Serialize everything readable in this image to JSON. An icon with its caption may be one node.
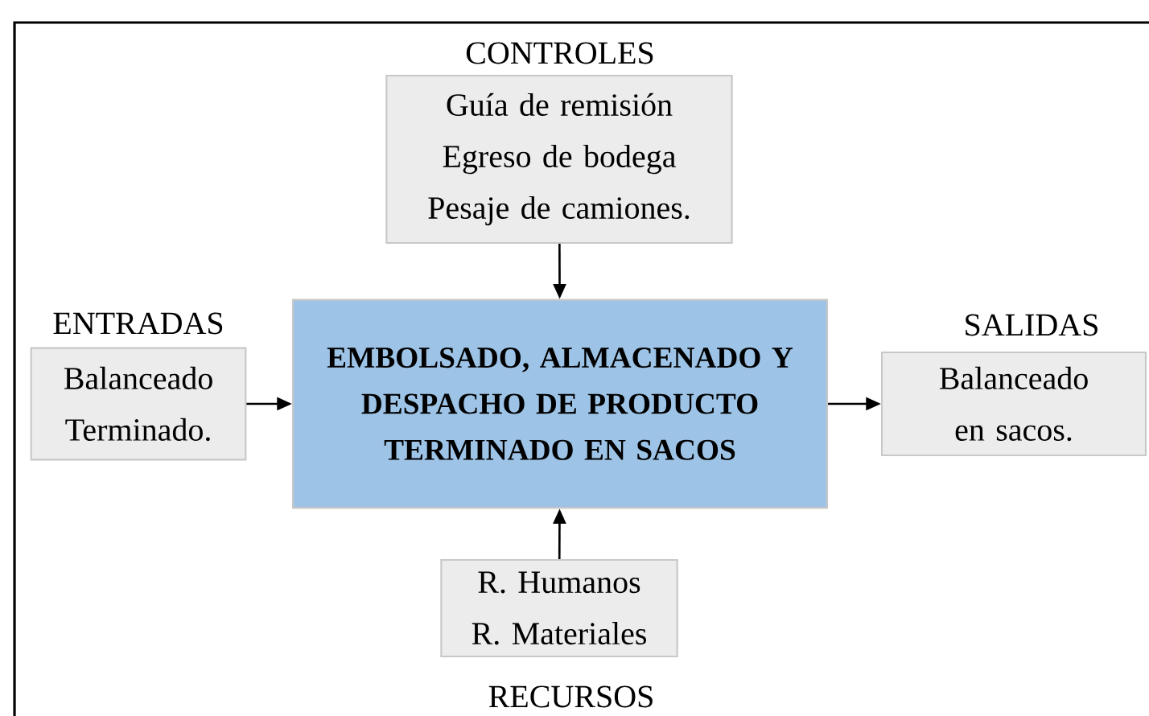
{
  "diagram": {
    "nodes": [
      {
        "text": [
          "CONTROLES",
          "Guía de remisión Egreso de bodega Pesaje de camiones."
        ]
      },
      {
        "text": [
          "ENTRADAS",
          "Balanceado Terminado."
        ]
      },
      {
        "text": [
          "EMBOLSADO, ALMACENADO Y DESPACHO DE PRODUCTO TERMINADO EN SACOS"
        ]
      },
      {
        "text": [
          "SALIDAS",
          "Balanceado en sacos."
        ]
      },
      {
        "text": [
          "R. Humanos R. Materiales",
          "RECURSOS"
        ]
      }
    ],
    "edges": [
      {
        "from": 0,
        "to": 2,
        "arrow": "to"
      },
      {
        "from": 1,
        "to": 2,
        "arrow": "to"
      },
      {
        "from": 2,
        "to": 3,
        "arrow": "to"
      },
      {
        "from": 4,
        "to": 2,
        "arrow": "to"
      }
    ]
  }
}
